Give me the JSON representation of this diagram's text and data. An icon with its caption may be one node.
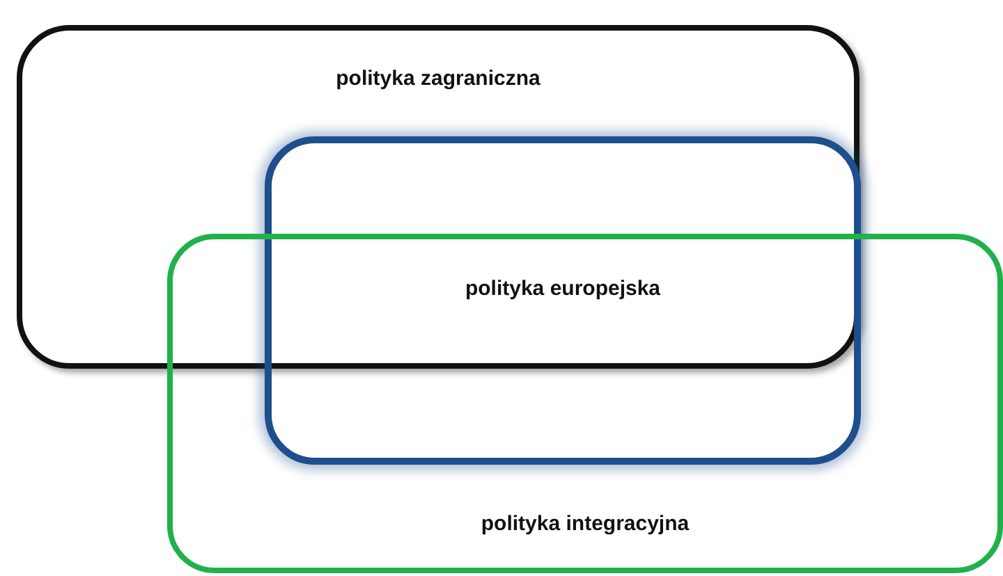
{
  "diagram": {
    "nodes": [
      {
        "text": [
          "polityka zagraniczna"
        ]
      },
      {
        "text": [
          "polityka europejska"
        ]
      },
      {
        "text": [
          "polityka integracyjna"
        ]
      }
    ]
  }
}
